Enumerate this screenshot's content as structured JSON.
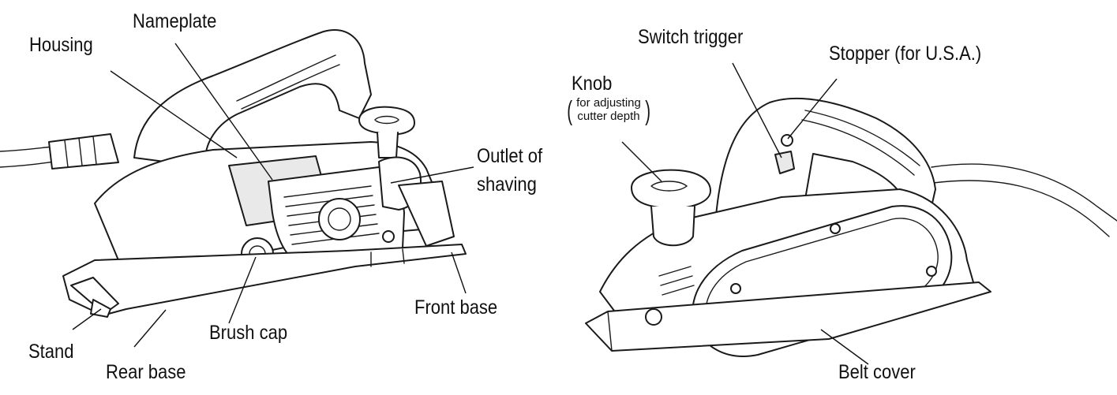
{
  "left_view": {
    "labels": {
      "housing": "Housing",
      "nameplate": "Nameplate",
      "outlet_of_shaving_line1": "Outlet of",
      "outlet_of_shaving_line2": "shaving",
      "front_base": "Front base",
      "brush_cap": "Brush cap",
      "stand": "Stand",
      "rear_base": "Rear base"
    }
  },
  "right_view": {
    "labels": {
      "switch_trigger": "Switch trigger",
      "stopper": "Stopper (for U.S.A.)",
      "knob": "Knob",
      "knob_note_line1": "for adjusting",
      "knob_note_line2": "cutter depth",
      "belt_cover": "Belt cover"
    }
  }
}
